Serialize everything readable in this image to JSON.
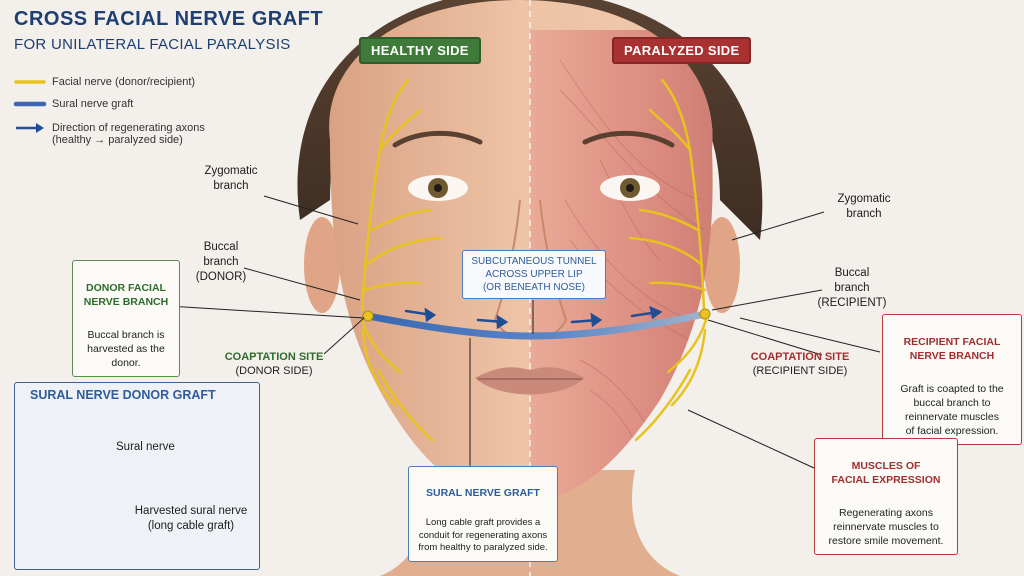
{
  "header": {
    "title": "CROSS FACIAL NERVE GRAFT",
    "subtitle": "FOR UNILATERAL FACIAL PARALYSIS"
  },
  "legend": [
    {
      "label": "Facial nerve (donor/recipient)",
      "color": "#e8c21e",
      "icon": "yellow-line"
    },
    {
      "label": "Sural nerve graft",
      "color": "#3a67b0",
      "icon": "blue-line"
    },
    {
      "label": "Direction of regenerating axons\n(healthy → paralyzed side)",
      "color": "#1f4e96",
      "icon": "arrow"
    }
  ],
  "sides": {
    "healthy": "HEALTHY SIDE",
    "paralyzed": "PARALYZED SIDE"
  },
  "labels": {
    "zyg_left": "Zygomatic\nbranch",
    "buccal_left": "Buccal\nbranch\n(DONOR)",
    "zyg_right": "Zygomatic\nbranch",
    "buccal_right": "Buccal\nbranch\n(RECIPIENT)"
  },
  "coaptation": {
    "left_title": "COAPTATION SITE",
    "left_sub": "(DONOR SIDE)",
    "right_title": "COAPTATION SITE",
    "right_sub": "(RECIPIENT SIDE)"
  },
  "tunnel": "SUBCUTANEOUS TUNNEL\nACROSS UPPER LIP\n(OR BENEATH NOSE)",
  "boxes": {
    "donor": {
      "title": "DONOR FACIAL\nNERVE BRANCH",
      "text": "Buccal branch is\nharvested as the\ndonor."
    },
    "recipient": {
      "title": "RECIPIENT FACIAL\nNERVE BRANCH",
      "text": "Graft is coapted to the\nbuccal branch to\nreinnervate muscles\nof facial expression."
    },
    "muscles": {
      "title": "MUSCLES OF\nFACIAL EXPRESSION",
      "text": "Regenerating axons\nreinnervate muscles to\nrestore smile movement."
    },
    "graft": {
      "title": "SURAL NERVE GRAFT",
      "text": "Long cable graft provides a\nconduit for regenerating axons\nfrom healthy to paralyzed side."
    }
  },
  "inset": {
    "title": "SURAL NERVE DONOR GRAFT",
    "sural_label": "Sural nerve",
    "harvest_label": "Harvested sural nerve\n(long cable graft)"
  },
  "colors": {
    "title": "#1d3f73",
    "healthy": "#3f7a3a",
    "paralyzed": "#a83232",
    "nerve": "#e8c21e",
    "graft": "#3a67b0",
    "skin": "#e7b89a",
    "muscle": "#d8847a"
  }
}
